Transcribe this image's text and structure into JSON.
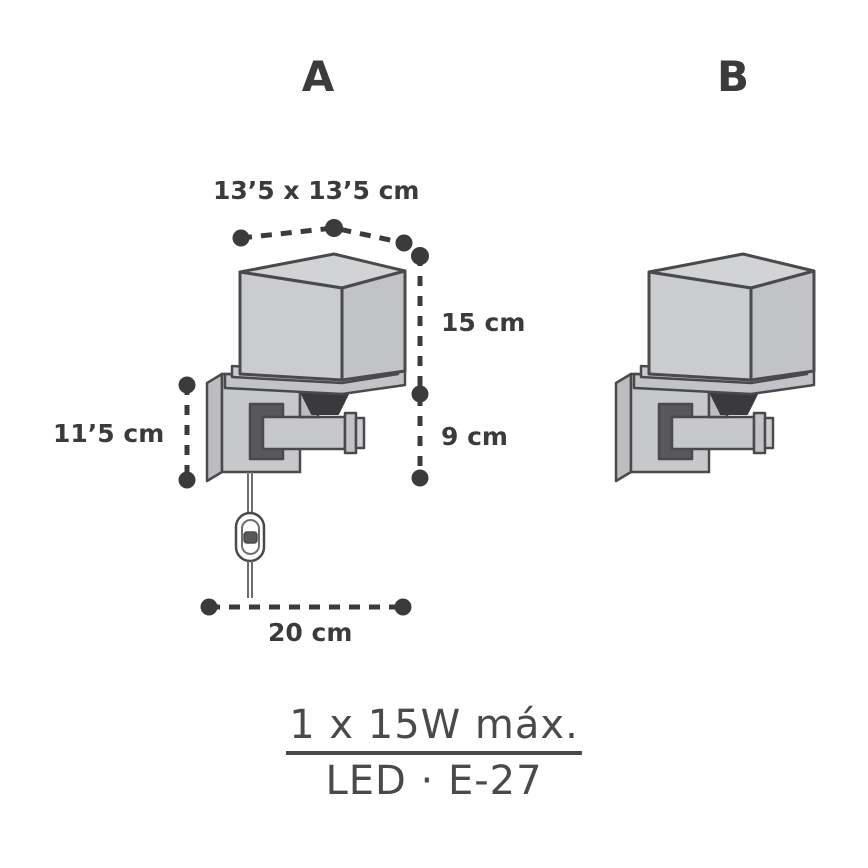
{
  "diagram": {
    "variants": [
      {
        "label": "A",
        "has_pull_switch": true
      },
      {
        "label": "B",
        "has_pull_switch": false
      }
    ],
    "dimensions": {
      "shade_top": "13’5 x 13’5 cm",
      "shade_height": "15 cm",
      "drop_below": "9 cm",
      "wall_plate_height": "11’5 cm",
      "projection": "20 cm"
    },
    "spec": {
      "power": "1 x 15W máx.",
      "lamp": "LED · E-27"
    },
    "colors": {
      "outline": "#4a4a4c",
      "shade_front": "#cbccce",
      "shade_side": "#c2c3c6",
      "shade_top_face": "#d2d3d5",
      "metal_light": "#c7c8ca",
      "metal_dark": "#58585a",
      "socket": "#3a3a3c",
      "text": "#3b3b3d",
      "background": "#ffffff"
    }
  }
}
